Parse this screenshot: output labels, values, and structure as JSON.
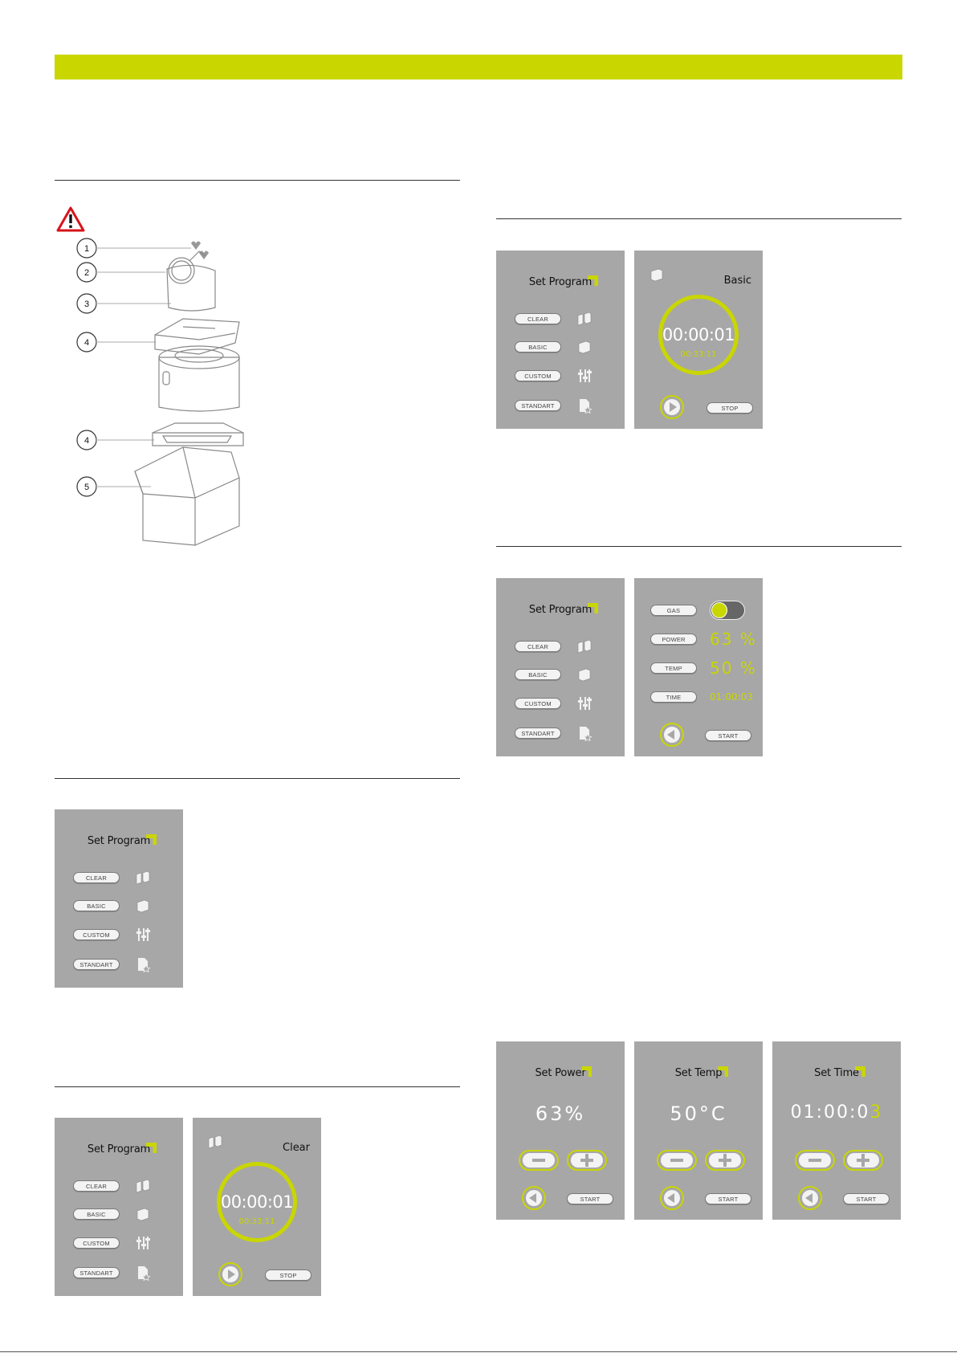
{
  "menu": {
    "title": "Set Program",
    "items": [
      {
        "label": "CLEAR",
        "icon": "cubes-icon"
      },
      {
        "label": "BASIC",
        "icon": "cube-icon"
      },
      {
        "label": "CUSTOM",
        "icon": "sliders-icon"
      },
      {
        "label": "STANDART",
        "icon": "document-star-icon"
      }
    ]
  },
  "packaging": {
    "callouts": [
      "1",
      "2",
      "3",
      "4",
      "4",
      "5"
    ]
  },
  "run_clear": {
    "mode": "Clear",
    "time": "00:00:01",
    "sub_time": "00:33:11",
    "stop_label": "STOP"
  },
  "run_basic": {
    "mode": "Basic",
    "time": "00:00:01",
    "sub_time": "00:33:11",
    "stop_label": "STOP"
  },
  "custom": {
    "gas_label": "GAS",
    "power_label": "POWER",
    "power_value": "63 %",
    "temp_label": "TEMP",
    "temp_value": "50 %",
    "time_label": "TIME",
    "time_value": "01:00:03",
    "start_label": "START",
    "gas_on": true
  },
  "set_power": {
    "title": "Set Power",
    "value": "63%",
    "start_label": "START"
  },
  "set_temp": {
    "title": "Set Temp",
    "value": "50°C",
    "start_label": "START"
  },
  "set_time": {
    "title": "Set Time",
    "value_main": "01:00:0",
    "value_last": "3",
    "start_label": "START"
  },
  "colors": {
    "accent": "#c9d600",
    "panel": "#a7a7a8",
    "warning": "#d7141a"
  }
}
